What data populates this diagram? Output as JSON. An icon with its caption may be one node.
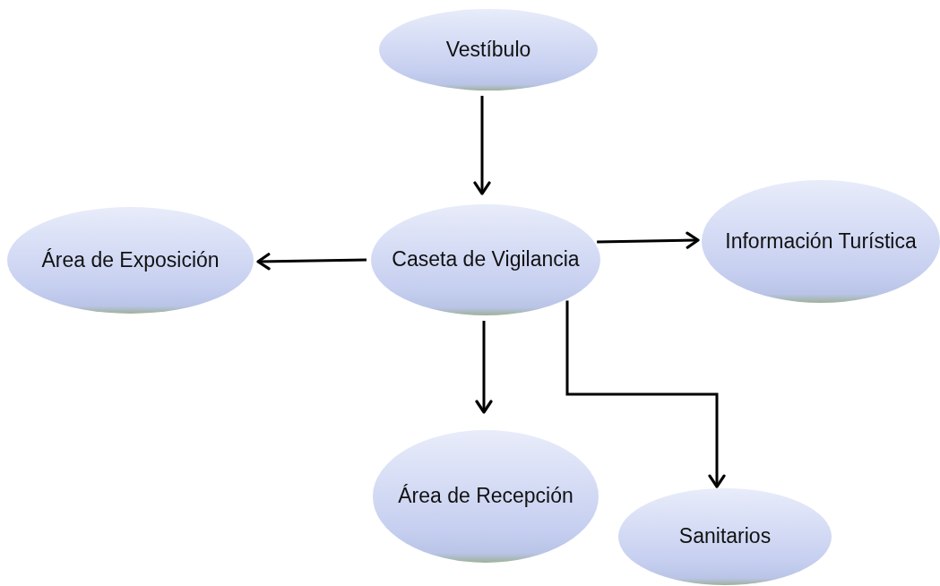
{
  "diagram": {
    "nodes": [
      {
        "text": [
          "Vestíbulo"
        ]
      },
      {
        "text": [
          "Caseta de Vigilancia"
        ]
      },
      {
        "text": [
          "Área de Exposición"
        ]
      },
      {
        "text": [
          "Información Turística"
        ]
      },
      {
        "text": [
          "Área de Recepción"
        ]
      },
      {
        "text": [
          "Sanitarios"
        ]
      }
    ],
    "edges": [
      {
        "from": 0,
        "to": 1,
        "arrow": "to"
      },
      {
        "from": 1,
        "to": 2,
        "arrow": "to"
      },
      {
        "from": 1,
        "to": 3,
        "arrow": "to"
      },
      {
        "from": 1,
        "to": 4,
        "arrow": "to"
      },
      {
        "from": 1,
        "to": 5,
        "arrow": "to"
      }
    ]
  }
}
